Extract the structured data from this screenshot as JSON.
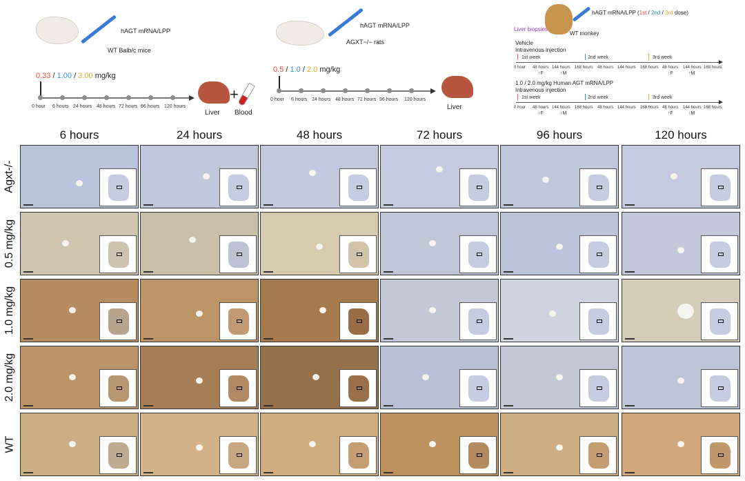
{
  "colors": {
    "c1": "#e8453c",
    "c2": "#2f8fd6",
    "c3": "#e2a81f",
    "purple": "#9b3fb5",
    "pink": "#e05a8a",
    "stain_blue": "#b9c3dc",
    "stain_light_brown": "#d6c3a2",
    "stain_brown": "#b48a5c",
    "stain_dark_brown": "#9a6c42"
  },
  "mice": {
    "injection_label": "hAGT mRNA/LPP",
    "animal_label": "WT Balb/c mice",
    "dose_values": [
      "0.33",
      "1.00",
      "3.00"
    ],
    "dose_separator": "/",
    "dose_unit": "mg/kg",
    "timepoints": [
      "0 hour",
      "6 hours",
      "24 hours",
      "48 hours",
      "72 hours",
      "96 hours",
      "120 hours"
    ],
    "liver_label": "Liver",
    "plus_sign": "+",
    "blood_label": "Blood"
  },
  "rats": {
    "injection_label": "hAGT mRNA/LPP",
    "animal_label": "AGXT−/− rats",
    "dose_values": [
      "0.5",
      "1.0",
      "2.0"
    ],
    "dose_separator": "/",
    "dose_unit": "mg/kg",
    "timepoints": [
      "0 hour",
      "6 hours",
      "24 hours",
      "48 hours",
      "72 hours",
      "96 hours",
      "120 hours"
    ],
    "liver_label": "Liver"
  },
  "monkey": {
    "injection_label": "hAGT mRNA/LPP",
    "dose_order": [
      "1st",
      "2nd",
      "3rd"
    ],
    "dose_word": "dose",
    "biopsy_label": "Liver biopsies",
    "animal_label": "WT monkey",
    "vehicle_label": "Vehicle",
    "injection_route": "Intravenous injection",
    "treated_label": "1.0 / 2.0 mg/kg Human AGT mRNA/LPP",
    "weeks": [
      "1st week",
      "2nd week",
      "3rd week"
    ],
    "timepoints": [
      "0 hour",
      "48 hours",
      "144 hours",
      "168 hours",
      "48 hours",
      "144 hours",
      "168 hours",
      "48 hours",
      "144 hours",
      "168 hours"
    ],
    "marker_F": "F",
    "marker_M": "M"
  },
  "grid": {
    "columns": [
      "6 hours",
      "24 hours",
      "48 hours",
      "72 hours",
      "96 hours",
      "120 hours"
    ],
    "rows": [
      "Agxt-/-",
      "0.5 mg/kg",
      "1.0 mg/kg",
      "2.0 mg/kg",
      "WT"
    ]
  }
}
